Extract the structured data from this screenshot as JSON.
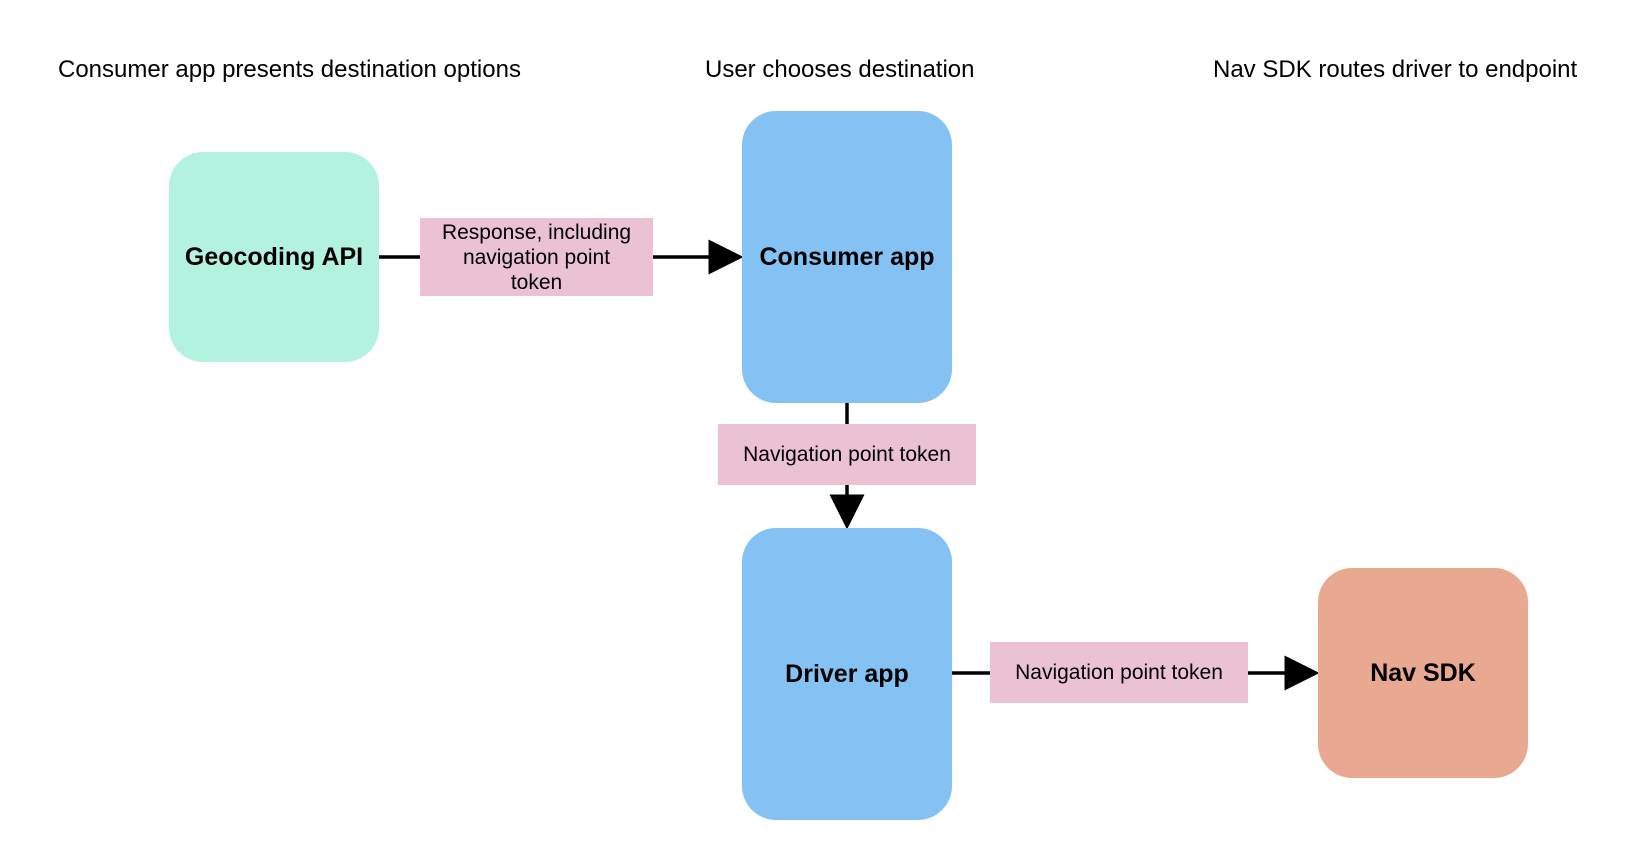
{
  "headers": {
    "step_1": "Consumer app presents destination options",
    "step_2": "User chooses destination",
    "step_3": "Nav SDK routes driver to endpoint"
  },
  "nodes": {
    "geocoding_api": {
      "label": "Geocoding API",
      "color": "#b3f2de"
    },
    "consumer_app": {
      "label": "Consumer app",
      "color": "#83c2f3"
    },
    "driver_app": {
      "label": "Driver app",
      "color": "#83c2f3"
    },
    "nav_sdk": {
      "label": "Nav SDK",
      "color": "#e9a990"
    }
  },
  "edge_labels": {
    "geocoding_to_consumer": "Response, including navigation point token",
    "consumer_to_driver": "Navigation point token",
    "driver_to_navsdk": "Navigation point token"
  },
  "colors": {
    "edge_label_bg": "#ebc2d4",
    "line": "#000000"
  }
}
